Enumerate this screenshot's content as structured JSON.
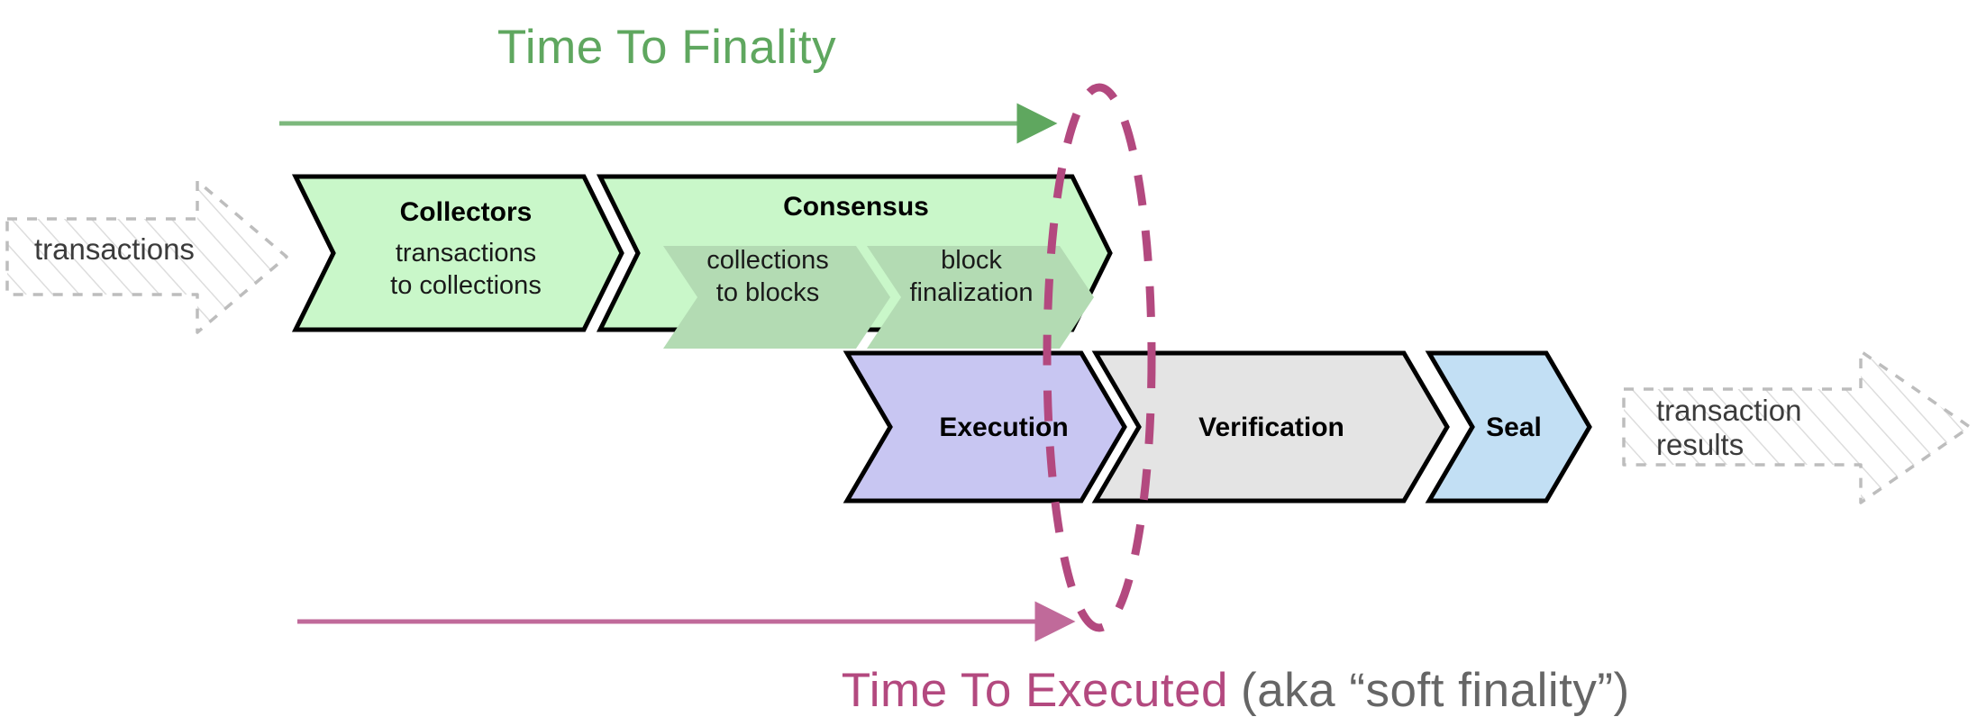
{
  "diagram": {
    "name": "flow-blockchain-pipeline",
    "colors": {
      "green_accent": "#5fa75f",
      "magenta_accent": "#b3497f",
      "gray_text": "#666666",
      "stage_green_fill": "#c9f7c9",
      "stage_green_sub_fill": "#b3dbb3",
      "stage_purple_fill": "#c8c6f2",
      "stage_gray_fill": "#e4e4e4",
      "stage_blue_fill": "#c2dff4",
      "stage_stroke": "#000000",
      "io_stroke": "#b9b9b9",
      "io_hatch": "#d9d9d9"
    }
  },
  "timelines": {
    "finality": {
      "label": "Time To Finality",
      "arrow_name": "time-to-finality-arrow",
      "color": "#5fa75f"
    },
    "executed": {
      "label": "Time To Executed",
      "suffix": "(aka “soft finality”)",
      "arrow_name": "time-to-executed-arrow",
      "color": "#b3497f"
    }
  },
  "io": {
    "input": {
      "label": "transactions"
    },
    "output": {
      "line1": "transaction",
      "line2": "results"
    }
  },
  "stages": [
    {
      "id": "collectors",
      "title": "Collectors",
      "sub_line1": "transactions",
      "sub_line2": "to collections",
      "fill": "#c9f7c9",
      "row": "top"
    },
    {
      "id": "consensus",
      "title": "Consensus",
      "fill": "#c9f7c9",
      "row": "top",
      "substages": [
        {
          "id": "collections-to-blocks",
          "line1": "collections",
          "line2": "to blocks"
        },
        {
          "id": "block-finalization",
          "line1": "block",
          "line2": "finalization"
        }
      ]
    },
    {
      "id": "execution",
      "title": "Execution",
      "fill": "#c8c6f2",
      "row": "bottom"
    },
    {
      "id": "verification",
      "title": "Verification",
      "fill": "#e4e4e4",
      "row": "bottom"
    },
    {
      "id": "seal",
      "title": "Seal",
      "fill": "#c2dff4",
      "row": "bottom"
    }
  ],
  "marker": {
    "id": "finality-boundary-ellipse",
    "style": "dashed-ellipse",
    "color": "#b3497f"
  }
}
